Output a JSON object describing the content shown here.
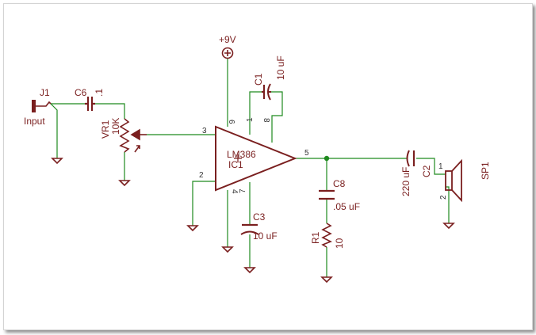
{
  "power": {
    "label": "+9V"
  },
  "input": {
    "ref": "J1",
    "name": "Input"
  },
  "c6": {
    "ref": "C6",
    "value": ".1"
  },
  "vr1": {
    "ref": "VR1",
    "value": "10K"
  },
  "ic1": {
    "name": "LM386",
    "ref": "IC1",
    "pins": {
      "p1": "1",
      "p2": "2",
      "p3": "3",
      "p4": "4",
      "p5": "5",
      "p6": "6",
      "p7": "7",
      "p8": "8"
    }
  },
  "c1": {
    "ref": "C1",
    "value": "10 uF"
  },
  "c3": {
    "ref": "C3",
    "value": "10 uF"
  },
  "c8": {
    "ref": "C8",
    "value": ".05 uF"
  },
  "r1": {
    "ref": "R1",
    "value": "10"
  },
  "c2": {
    "ref": "C2",
    "value": "220 uF"
  },
  "sp1": {
    "ref": "SP1",
    "pins": {
      "p1": "1",
      "p2": "2"
    }
  }
}
